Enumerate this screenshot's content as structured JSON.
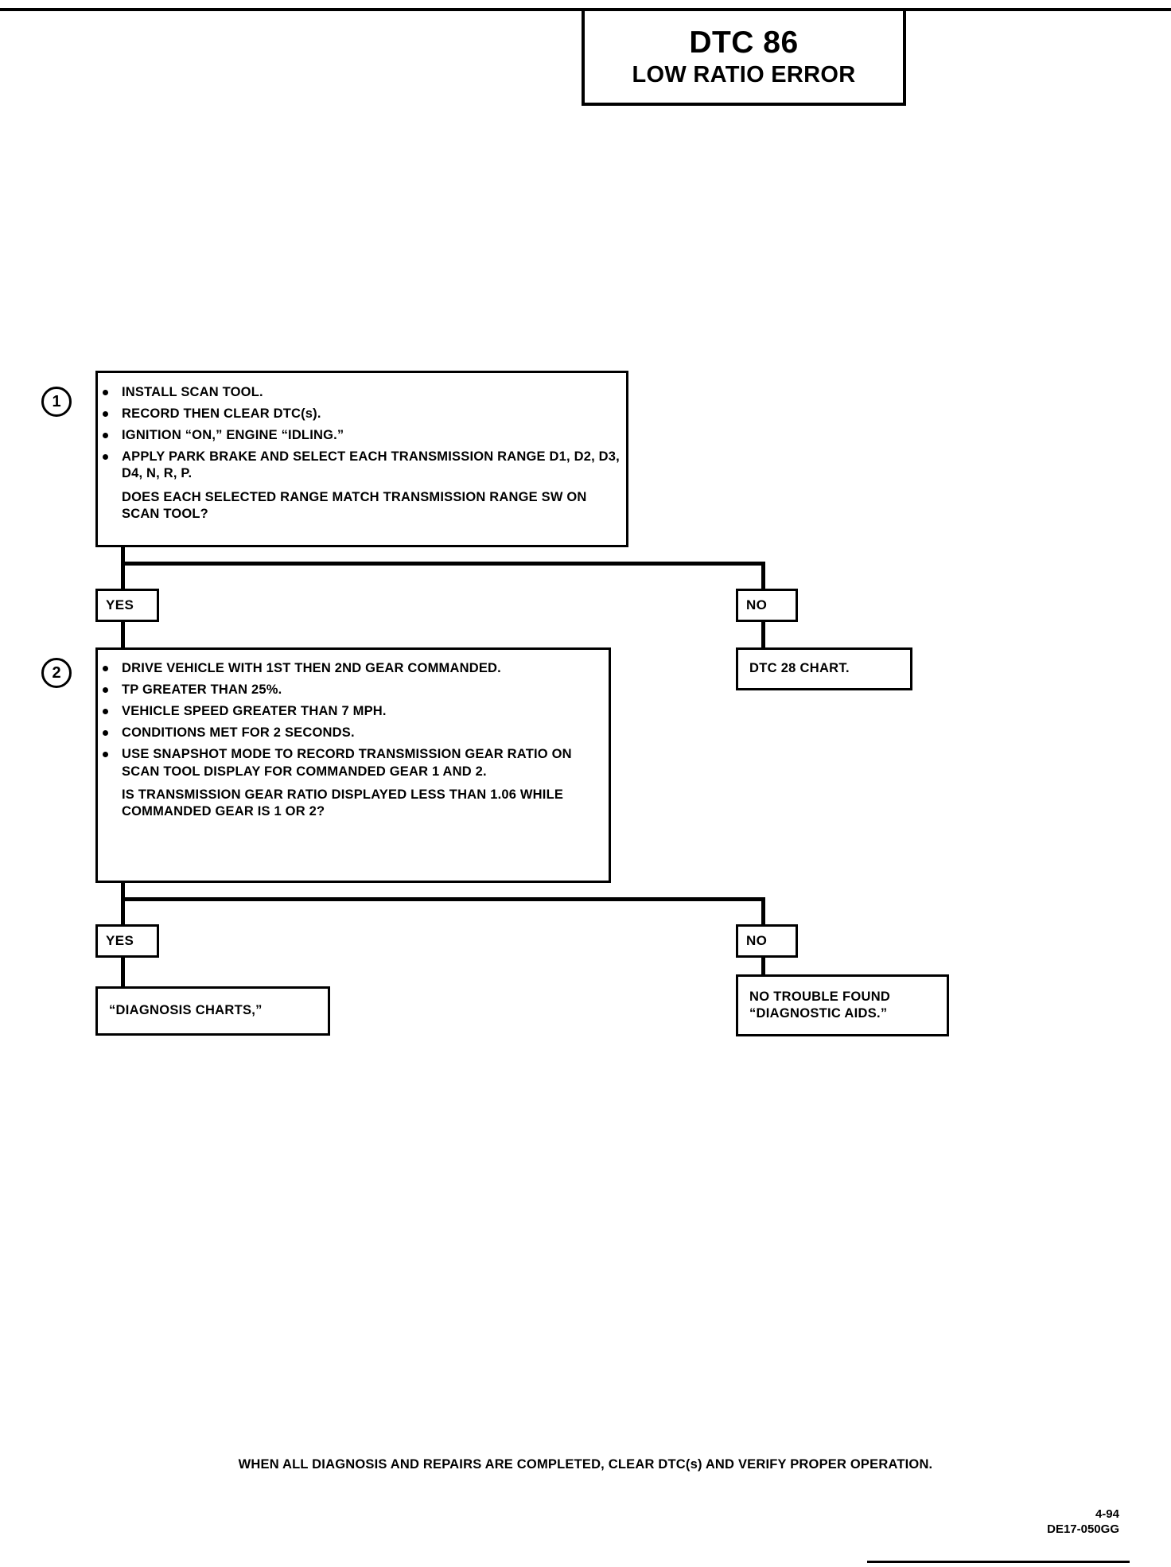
{
  "header": {
    "title": "DTC 86",
    "subtitle": "LOW RATIO ERROR"
  },
  "steps": [
    {
      "number": "1",
      "bullets": [
        "INSTALL SCAN TOOL.",
        "RECORD THEN CLEAR DTC(s).",
        "IGNITION “ON,” ENGINE “IDLING.”",
        "APPLY PARK BRAKE AND SELECT EACH TRANSMISSION RANGE D1, D2, D3, D4, N, R, P."
      ],
      "question": "DOES EACH SELECTED RANGE MATCH TRANSMISSION RANGE SW ON SCAN TOOL?"
    },
    {
      "number": "2",
      "bullets": [
        "DRIVE VEHICLE WITH 1ST THEN 2ND GEAR COMMANDED.",
        "TP GREATER THAN 25%.",
        "VEHICLE SPEED GREATER THAN 7 MPH.",
        "CONDITIONS MET FOR 2 SECONDS.",
        "USE SNAPSHOT MODE TO RECORD TRANSMISSION GEAR RATIO ON SCAN TOOL DISPLAY FOR COMMANDED GEAR 1 AND 2."
      ],
      "question": "IS TRANSMISSION GEAR RATIO DISPLAYED LESS THAN 1.06 WHILE COMMANDED GEAR IS 1 OR 2?"
    }
  ],
  "branch_labels": {
    "yes1": "YES",
    "no1": "NO",
    "yes2": "YES",
    "no2": "NO"
  },
  "results": {
    "dtc28": "DTC 28 CHART.",
    "diagnosis_charts": "“DIAGNOSIS CHARTS,”",
    "no_trouble_line1": "NO TROUBLE FOUND",
    "no_trouble_line2": "“DIAGNOSTIC AIDS.”"
  },
  "footer": {
    "note": "WHEN ALL DIAGNOSIS AND REPAIRS ARE COMPLETED, CLEAR DTC(s) AND VERIFY PROPER OPERATION.",
    "page_number": "4-94",
    "doc_code": "DE17-050GG"
  }
}
